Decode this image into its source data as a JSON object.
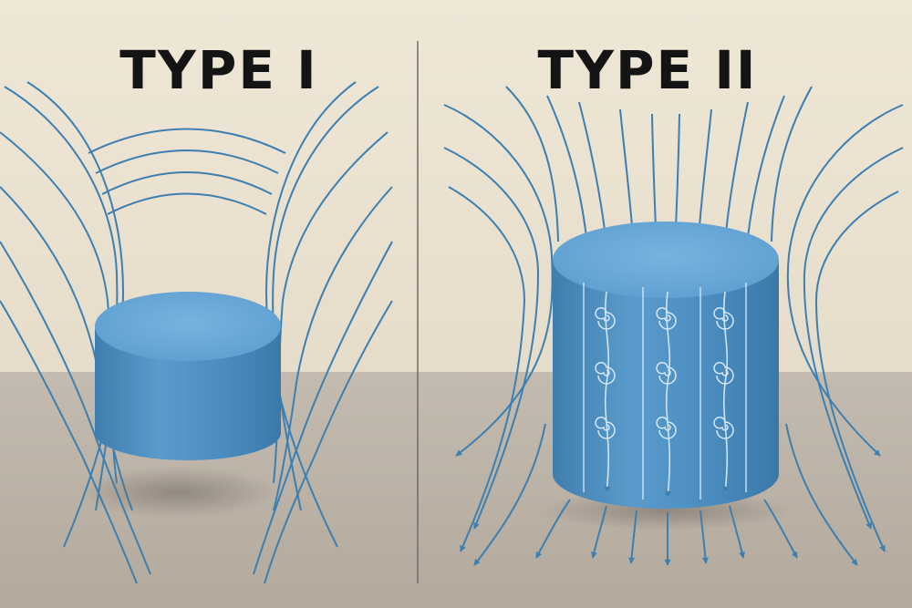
{
  "panels": [
    {
      "id": "type-1",
      "title": "TYPE I"
    },
    {
      "id": "type-2",
      "title": "TYPE II"
    }
  ],
  "colors": {
    "wall": "#ede4d3",
    "floor": "#bdb3a7",
    "field_line": "#3c7fb0",
    "cylinder_side": "#4a8dc2",
    "cylinder_top": "#6aa9d8",
    "divider": "#6e6a66",
    "title": "#141414"
  }
}
